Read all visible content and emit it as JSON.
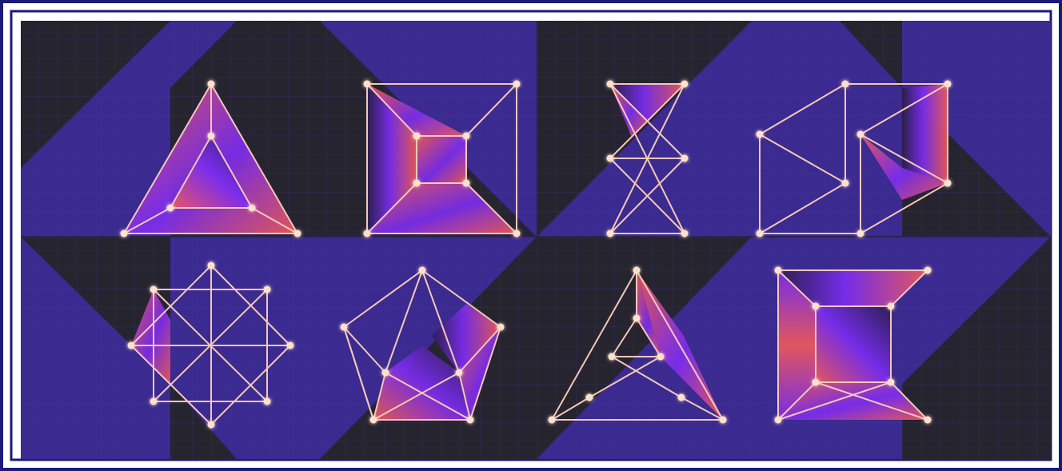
{
  "image": {
    "description_free": true,
    "frame_color": "#1b1a78",
    "palette": {
      "indigo": "#3b2a8f",
      "dark": "#26242f",
      "grid": "#4a3ba3",
      "edge": "#f3c9b8",
      "node": "#ffe0cc",
      "fill_red": "#e9565f",
      "fill_violet": "#7b2cf0"
    },
    "panels": [
      {
        "name": "triangle-graph"
      },
      {
        "name": "nested-squares-graph"
      },
      {
        "name": "hourglass-graph"
      },
      {
        "name": "house-cube-graph"
      },
      {
        "name": "star-octagon-graph"
      },
      {
        "name": "pentagon-graph"
      },
      {
        "name": "nested-triangle-graph"
      },
      {
        "name": "square-frame-graph"
      }
    ]
  }
}
